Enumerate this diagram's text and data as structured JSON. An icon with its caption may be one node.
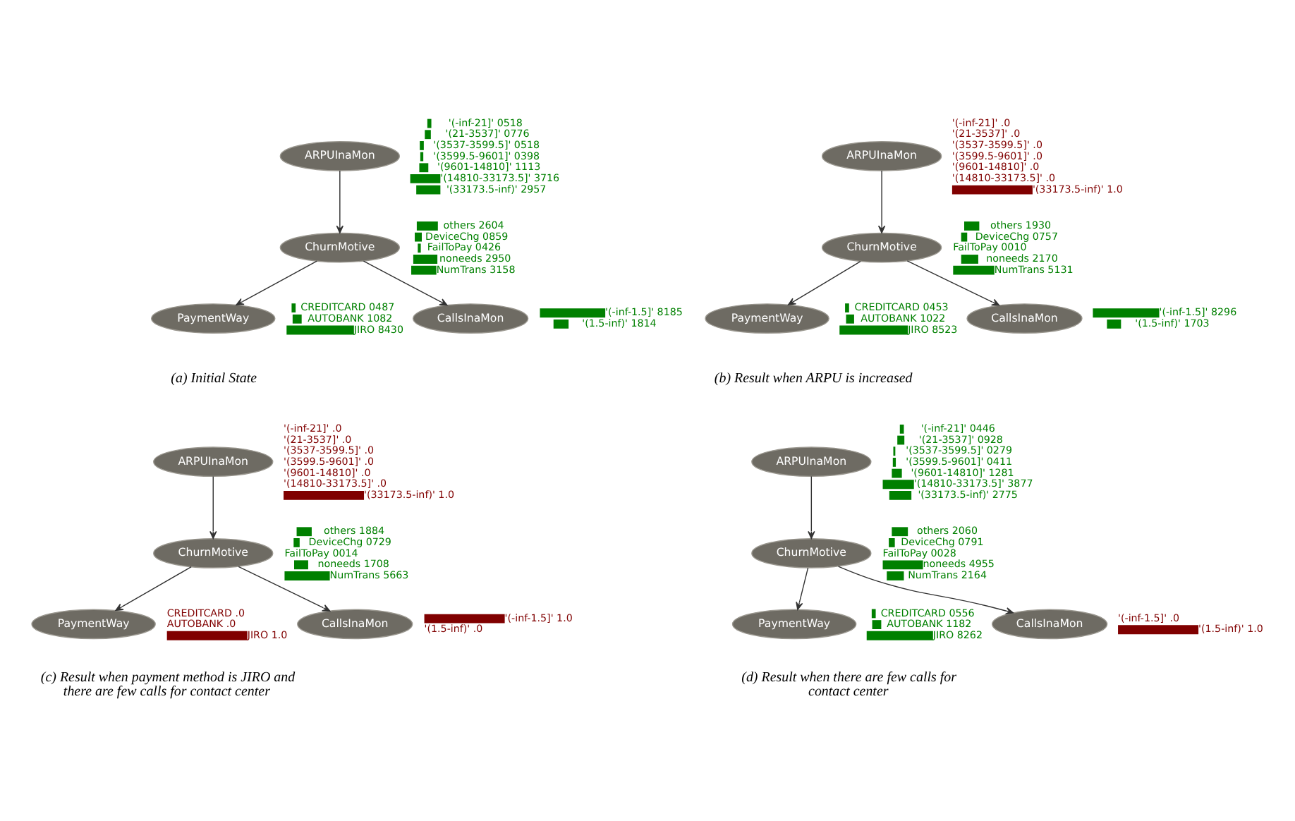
{
  "diagram": {
    "nodes": [
      {
        "text": [
          "ARPUInaMon"
        ],
        "beside": [
          "'(-inf-21]' 0518",
          "'(21-3537]' 0776",
          "'(3537-3599.5]' 0518",
          "'(3599.5-9601]' 0398",
          "'(9601-14810]' 1113",
          "'(14810-33173.5]' 3716",
          "'(33173.5-inf)' 2957"
        ]
      },
      {
        "text": [
          "ChurnMotive"
        ],
        "beside": [
          "others 2604",
          "DeviceChg 0859",
          "FailToPay 0426",
          "noneeds 2950",
          "NumTrans 3158"
        ]
      },
      {
        "text": [
          "PaymentWay"
        ],
        "beside": [
          "CREDITCARD 0487",
          "AUTOBANK 1082",
          "JIRO 8430"
        ]
      },
      {
        "text": [
          "CallsInaMon"
        ],
        "beside": [
          "'(-inf-1.5]' 8185",
          "'(1.5-inf)' 1814"
        ]
      },
      {
        "text": [
          "ARPUInaMon"
        ],
        "beside": [
          "'(-inf-21]' .0",
          "'(21-3537]' .0",
          "'(3537-3599.5]' .0",
          "'(3599.5-9601]' .0",
          "'(9601-14810]' .0",
          "'(14810-33173.5]' .0",
          "'(33173.5-inf)' 1.0"
        ]
      },
      {
        "text": [
          "ChurnMotive"
        ],
        "beside": [
          "others 1930",
          "DeviceChg 0757",
          "FailToPay 0010",
          "noneeds 2170",
          "NumTrans 5131"
        ]
      },
      {
        "text": [
          "PaymentWay"
        ],
        "beside": [
          "CREDITCARD 0453",
          "AUTOBANK 1022",
          "JIRO 8523"
        ]
      },
      {
        "text": [
          "CallsInaMon"
        ],
        "beside": [
          "'(-inf-1.5]' 8296",
          "'(1.5-inf)' 1703"
        ]
      },
      {
        "text": [
          "ARPUInaMon"
        ],
        "beside": [
          "'(-inf-21]' .0",
          "'(21-3537]' .0",
          "'(3537-3599.5]' .0",
          "'(3599.5-9601]' .0",
          "'(9601-14810]' .0",
          "'(14810-33173.5]' .0",
          "'(33173.5-inf)' 1.0"
        ]
      },
      {
        "text": [
          "ChurnMotive"
        ],
        "beside": [
          "others 1884",
          "DeviceChg 0729",
          "FailToPay 0014",
          "noneeds 1708",
          "NumTrans 5663"
        ]
      },
      {
        "text": [
          "PaymentWay"
        ],
        "beside": [
          "CREDITCARD .0",
          "AUTOBANK .0",
          "JIRO 1.0"
        ]
      },
      {
        "text": [
          "CallsInaMon"
        ],
        "beside": [
          "'(-inf-1.5]' 1.0",
          "'(1.5-inf)' .0"
        ]
      },
      {
        "text": [
          "ARPUInaMon"
        ],
        "beside": [
          "'(-inf-21]' 0446",
          "'(21-3537]' 0928",
          "'(3537-3599.5]' 0279",
          "'(3599.5-9601]' 0411",
          "'(9601-14810]' 1281",
          "'(14810-33173.5]' 3877",
          "'(33173.5-inf)' 2775"
        ]
      },
      {
        "text": [
          "ChurnMotive"
        ],
        "beside": [
          "others 2060",
          "DeviceChg 0791",
          "FailToPay 0028",
          "noneeds 4955",
          "NumTrans 2164"
        ]
      },
      {
        "text": [
          "PaymentWay"
        ],
        "beside": [
          "CREDITCARD 0556",
          "AUTOBANK 1182",
          "JIRO 8262"
        ]
      },
      {
        "text": [
          "CallsInaMon"
        ],
        "beside": [
          "'(-inf-1.5]' .0",
          "'(1.5-inf)' 1.0"
        ]
      }
    ],
    "edges": [
      {
        "from": 0,
        "to": 1,
        "arrow": "to"
      },
      {
        "from": 1,
        "to": 2,
        "arrow": "to"
      },
      {
        "from": 1,
        "to": 3,
        "arrow": "to"
      },
      {
        "from": 4,
        "to": 5,
        "arrow": "to"
      },
      {
        "from": 5,
        "to": 6,
        "arrow": "to"
      },
      {
        "from": 5,
        "to": 7,
        "arrow": "to"
      },
      {
        "from": 8,
        "to": 9,
        "arrow": "to"
      },
      {
        "from": 9,
        "to": 10,
        "arrow": "to"
      },
      {
        "from": 9,
        "to": 11,
        "arrow": "to"
      },
      {
        "from": 12,
        "to": 13,
        "arrow": "to"
      },
      {
        "from": 13,
        "to": 14,
        "arrow": "to"
      },
      {
        "from": 13,
        "to": 15,
        "arrow": "to"
      }
    ],
    "labels": [
      "(a) Initial State",
      "(b) Result when ARPU is increased",
      "(c) Result when payment method is JIRO and there are few calls for contact center",
      "(d) Result when there are few calls for contact center"
    ]
  }
}
